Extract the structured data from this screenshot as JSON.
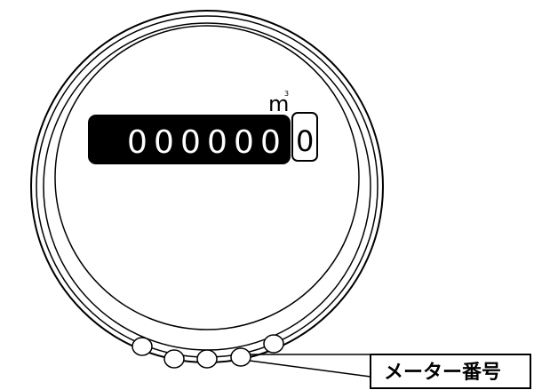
{
  "meter": {
    "unit_base": "m",
    "unit_exponent": "3",
    "main_digits": [
      "0",
      "0",
      "0",
      "0",
      "0",
      "0"
    ],
    "last_digit": "0"
  },
  "callout": {
    "label": "メーター番号"
  },
  "colors": {
    "line": "#000000",
    "background": "#ffffff",
    "counter_fill": "#000000",
    "digit_text": "#ffffff"
  }
}
